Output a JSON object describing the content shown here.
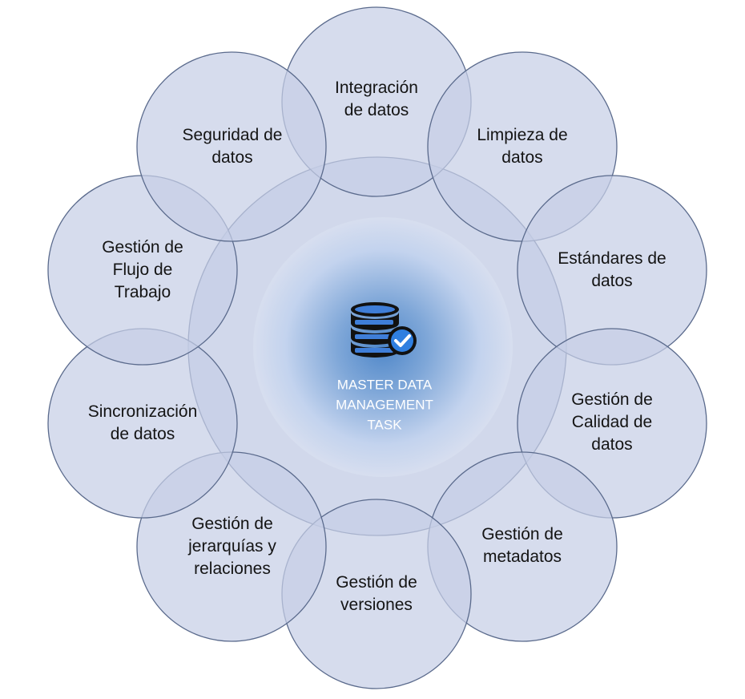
{
  "center": {
    "lines": [
      "MASTER DATA",
      "MANAGEMENT",
      "TASK"
    ],
    "icon": "database-check-icon"
  },
  "nodes": [
    {
      "id": "integracion",
      "lines": [
        "Integración",
        "de datos"
      ]
    },
    {
      "id": "limpieza",
      "lines": [
        "Limpieza de",
        "datos"
      ]
    },
    {
      "id": "estandares",
      "lines": [
        "Estándares de",
        "datos"
      ]
    },
    {
      "id": "calidad",
      "lines": [
        "Gestión de",
        "Calidad de",
        "datos"
      ]
    },
    {
      "id": "metadatos",
      "lines": [
        "Gestión de",
        "metadatos"
      ]
    },
    {
      "id": "versiones",
      "lines": [
        "Gestión de",
        "versiones"
      ]
    },
    {
      "id": "jerarquias",
      "lines": [
        "Gestión de",
        "jerarquías y",
        "relaciones"
      ]
    },
    {
      "id": "sincronizacion",
      "lines": [
        "Sincronización",
        "de datos"
      ]
    },
    {
      "id": "flujo",
      "lines": [
        "Gestión de",
        "Flujo de",
        "Trabajo"
      ]
    },
    {
      "id": "seguridad",
      "lines": [
        "Seguridad de",
        "datos"
      ]
    }
  ],
  "colors": {
    "node_fill": "#c6cee6",
    "node_stroke": "#5a6a8c",
    "hub_glow": "#4f87c9",
    "check_badge": "#2f7fe0"
  }
}
